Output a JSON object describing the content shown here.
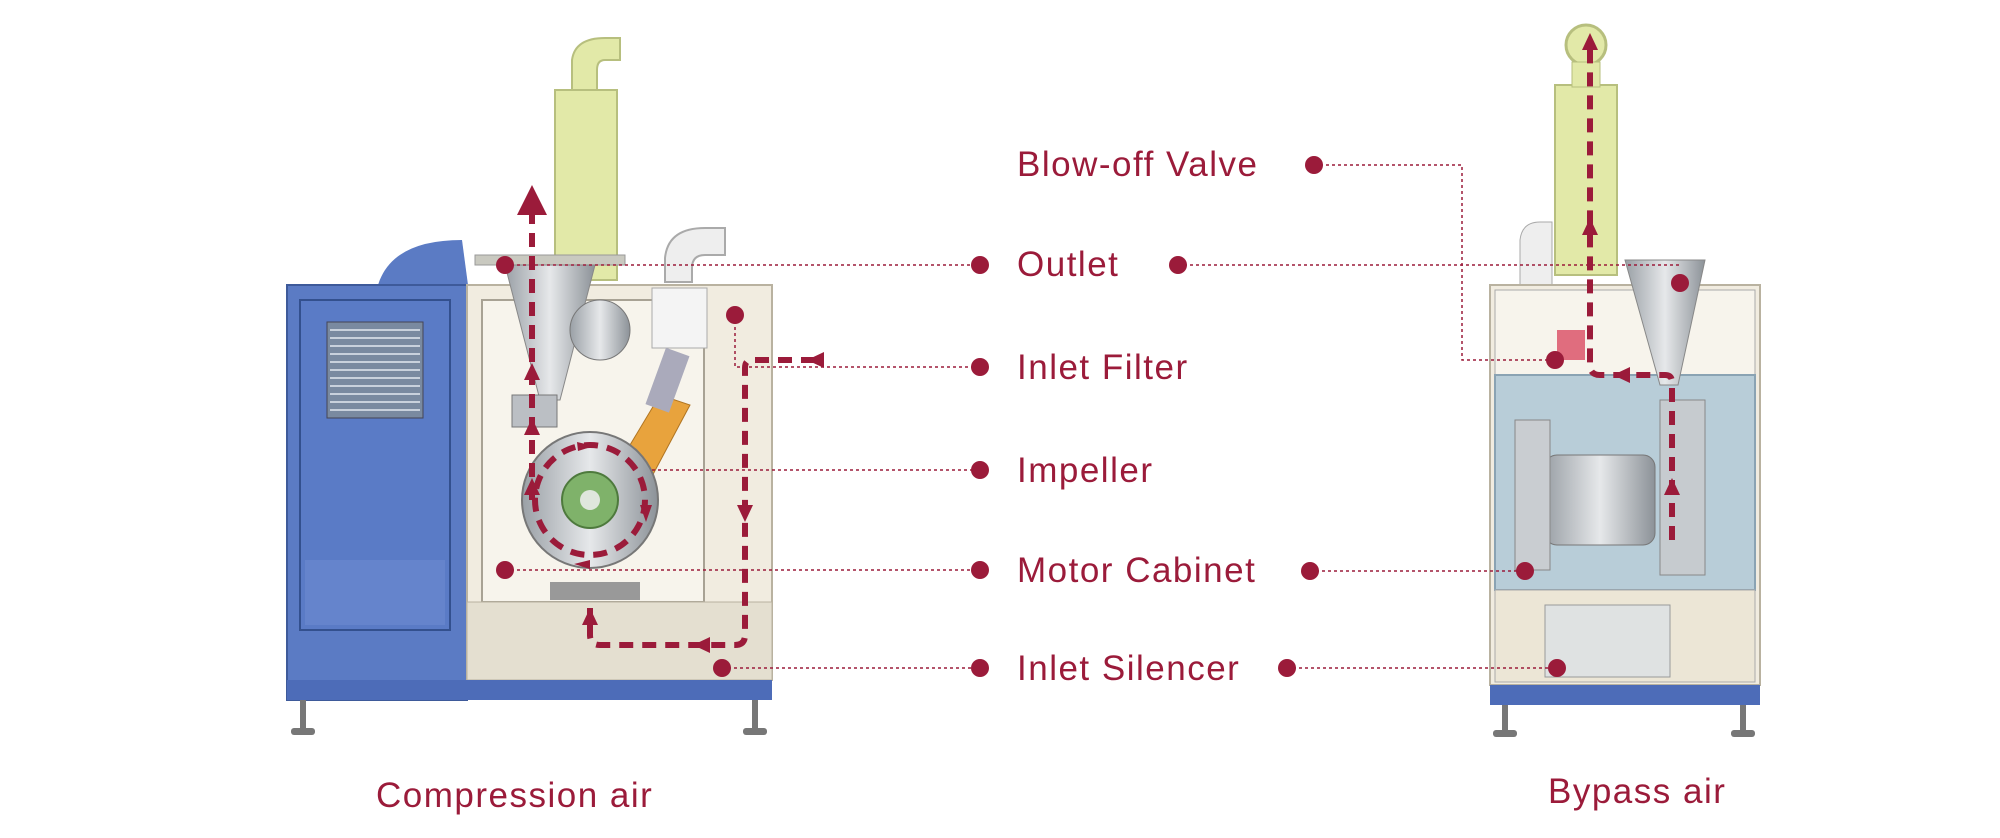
{
  "labels": {
    "blow_off_valve": "Blow-off Valve",
    "outlet": "Outlet",
    "inlet_filter": "Inlet Filter",
    "impeller": "Impeller",
    "motor_cabinet": "Motor Cabinet",
    "inlet_silencer": "Inlet Silencer"
  },
  "captions": {
    "left": "Compression air",
    "right": "Bypass air"
  },
  "colors": {
    "accent": "#9b1b3a",
    "cabinet_blue": "#5b7bc4",
    "pipe_yellow": "#e2e9a8",
    "frame_beige": "#f1ece0",
    "interior_blue": "#b8cdd8"
  }
}
